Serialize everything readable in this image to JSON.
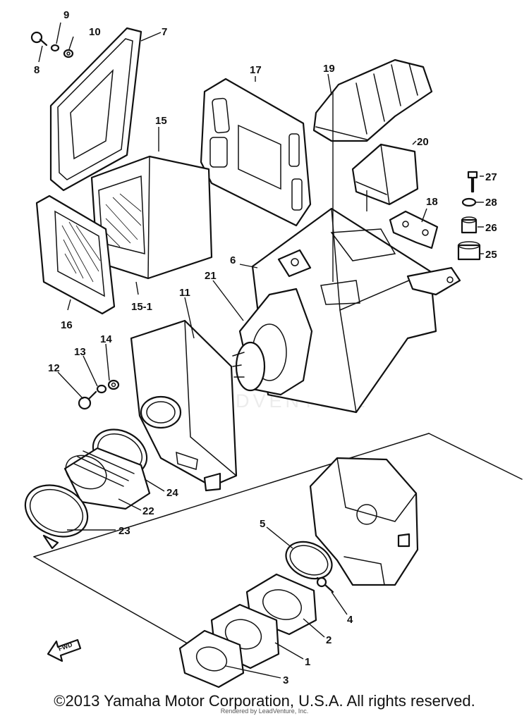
{
  "diagram": {
    "callouts": {
      "n1": "1",
      "n2": "2",
      "n3": "3",
      "n4": "4",
      "n5": "5",
      "n6": "6",
      "n7": "7",
      "n8": "8",
      "n9": "9",
      "n10": "10",
      "n11": "11",
      "n12": "12",
      "n13": "13",
      "n14": "14",
      "n15": "15",
      "n15_1": "15-1",
      "n16": "16",
      "n17": "17",
      "n18": "18",
      "n19": "19",
      "n20": "20",
      "n21": "21",
      "n22": "22",
      "n23": "23",
      "n24": "24",
      "n25": "25",
      "n26": "26",
      "n27": "27",
      "n28": "28"
    },
    "fwd_label": "FWD",
    "watermark": "LEADVENTURE"
  },
  "footer": {
    "copyright": "©2013 Yamaha Motor Corporation, U.S.A. All rights reserved.",
    "rendered_by": "Rendered by LeadVenture, Inc."
  }
}
